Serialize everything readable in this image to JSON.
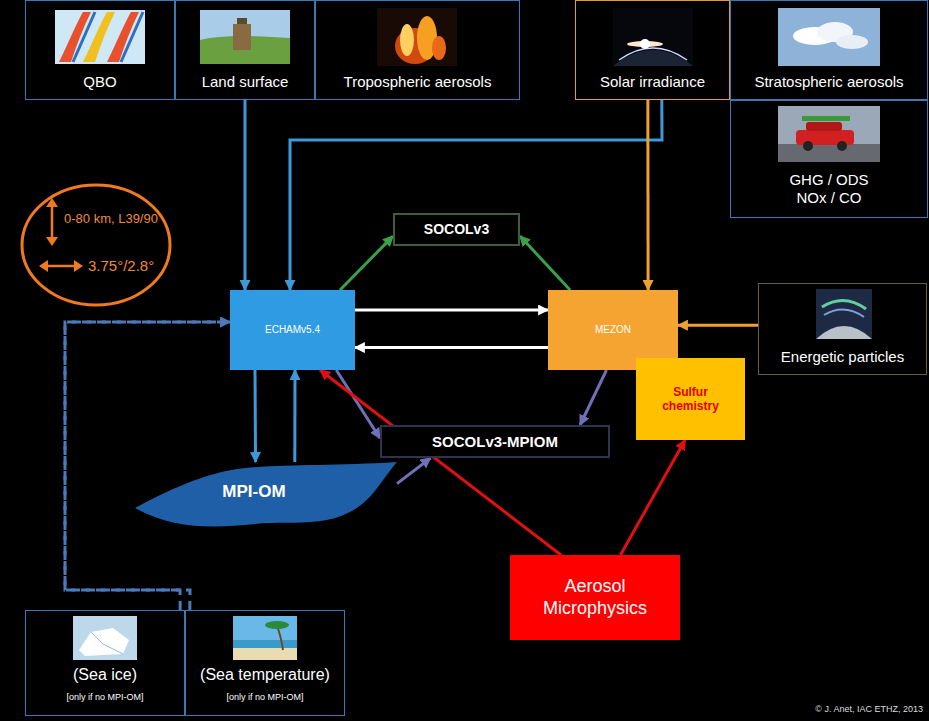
{
  "diagram": {
    "nodes": [
      {
        "text": [
          "QBO"
        ]
      },
      {
        "text": [
          "Land surface"
        ]
      },
      {
        "text": [
          "Tropospheric aerosols"
        ]
      },
      {
        "text": [
          "Solar irradiance"
        ]
      },
      {
        "text": [
          "Stratospheric aerosols"
        ]
      },
      {
        "text": [
          "GHG / ODS NOx / CO"
        ]
      },
      {
        "text": [
          "0-80 km, L39/90",
          "3.75°/2.8°"
        ]
      },
      {
        "text": [
          "SOCOLv3"
        ]
      },
      {
        "text": [
          "ECHAMv5.4"
        ]
      },
      {
        "text": [
          "MEZON"
        ]
      },
      {
        "text": [
          "Energetic particles"
        ]
      },
      {
        "text": [
          "Sulfur chemistry"
        ]
      },
      {
        "text": [
          "SOCOLv3-MPIOM"
        ]
      },
      {
        "text": [
          "MPI-OM"
        ]
      },
      {
        "text": [
          "Aerosol Microphysics"
        ]
      },
      {
        "text": [
          "(Sea ice)",
          "[only if no MPI-OM]"
        ]
      },
      {
        "text": [
          "(Sea temperature)",
          "[only if no MPI-OM]"
        ]
      }
    ],
    "edges": [
      {
        "from": 1,
        "to": 8,
        "arrow": "to"
      },
      {
        "from": 3,
        "to": 8,
        "arrow": "to"
      },
      {
        "from": 3,
        "to": 9,
        "arrow": "to"
      },
      {
        "from": 8,
        "to": 7,
        "arrow": "to"
      },
      {
        "from": 9,
        "to": 7,
        "arrow": "to"
      },
      {
        "from": 8,
        "to": 9,
        "arrow": "to"
      },
      {
        "from": 9,
        "to": 8,
        "arrow": "to"
      },
      {
        "from": 10,
        "to": 9,
        "arrow": "to"
      },
      {
        "from": 8,
        "to": 12,
        "arrow": "to"
      },
      {
        "from": 9,
        "to": 12,
        "arrow": "to"
      },
      {
        "from": 13,
        "to": 12,
        "arrow": "to"
      },
      {
        "from": 8,
        "to": 13,
        "arrow": "to"
      },
      {
        "from": 13,
        "to": 8,
        "arrow": "to"
      },
      {
        "from": 14,
        "to": 8,
        "arrow": "to"
      },
      {
        "from": 14,
        "to": 11,
        "arrow": "to"
      },
      {
        "from": 15,
        "to": 8,
        "arrow": "to"
      },
      {
        "from": 16,
        "to": 8,
        "arrow": "to"
      }
    ],
    "labels": [
      "© J. Anet, IAC ETHZ, 2013"
    ]
  }
}
